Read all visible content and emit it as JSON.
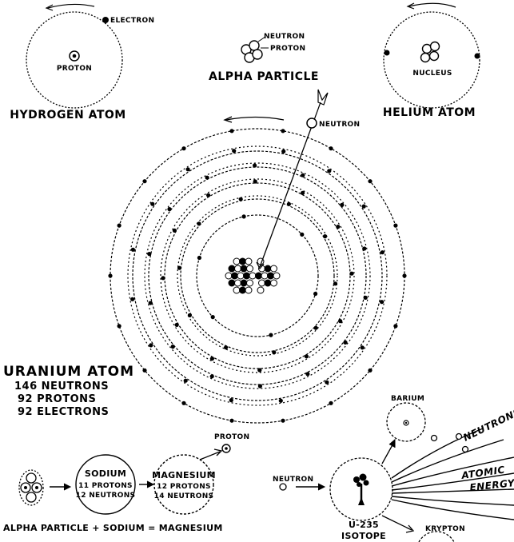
{
  "hydrogen": {
    "electron_label": "Electron",
    "proton_label": "Proton",
    "title": "Hydrogen Atom"
  },
  "alpha": {
    "neutron_label": "Neutron",
    "proton_label": "Proton",
    "title": "Alpha Particle"
  },
  "helium": {
    "nucleus_label": "Nucleus",
    "title": "Helium Atom"
  },
  "uranium": {
    "neutron_label": "Neutron",
    "title": "Uranium Atom",
    "stats": [
      "146 Neutrons",
      "92 Protons",
      "92 Electrons"
    ]
  },
  "transmutation": {
    "sodium": {
      "name": "Sodium",
      "line1": "11 Protons",
      "line2": "12 Neutrons"
    },
    "magnesium": {
      "name": "Magnesium",
      "line1": "12 Protons",
      "line2": "14 Neutrons"
    },
    "proton_label": "Proton",
    "equation": "Alpha Particle + Sodium = Magnesium"
  },
  "fission": {
    "neutron_label": "Neutron",
    "barium_label": "Barium",
    "neutrons_label": "Neutrons",
    "energy_line1": "Atomic",
    "energy_line2": "Energy",
    "isotope_line1": "U-235",
    "isotope_line2": "Isotope",
    "krypton_label": "Krypton"
  }
}
